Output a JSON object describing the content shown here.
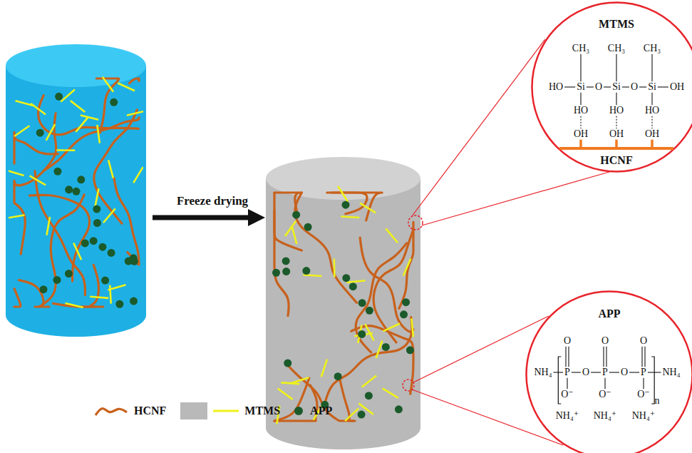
{
  "diagram": {
    "nodes": [
      {
        "text": [
          "MTMS",
          "CH₃",
          "CH₃",
          "CH₃",
          "HO",
          "Si",
          "O",
          "Si",
          "O",
          "Si",
          "OH",
          "HO",
          "HO",
          "HO",
          "OH",
          "OH",
          "OH",
          "HCNF"
        ]
      },
      {
        "text": [
          "APP",
          "O",
          "O",
          "O",
          "NH₄",
          "P",
          "O",
          "P",
          "O",
          "P",
          "NH₄",
          "n",
          "O⁻",
          "O⁻",
          "O⁻",
          "NH₄⁺",
          "NH₄⁺",
          "NH₄⁺"
        ]
      }
    ],
    "labels": [
      "Freeze drying"
    ],
    "legend": [
      {
        "text": "HCNF"
      },
      {
        "text": "MTMS"
      },
      {
        "text": "APP"
      }
    ]
  }
}
